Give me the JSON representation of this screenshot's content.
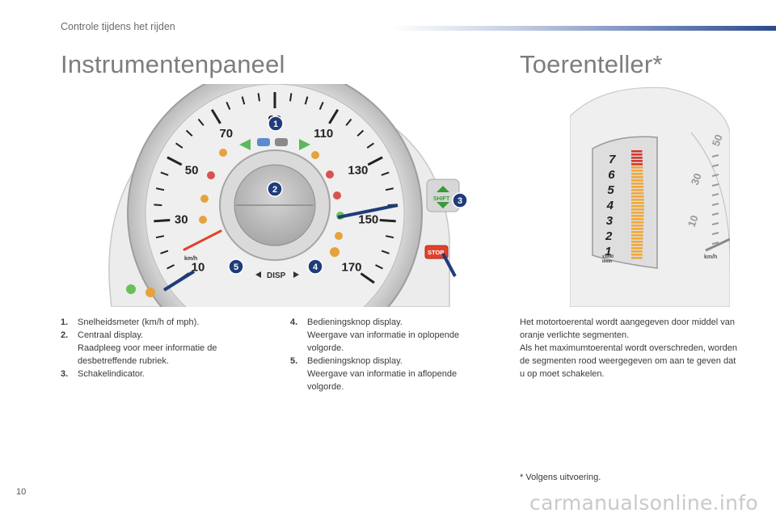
{
  "header": {
    "section": "Controle tijdens het rijden"
  },
  "left": {
    "title": "Instrumentenpaneel",
    "figure": {
      "speed_labels": [
        "10",
        "30",
        "50",
        "70",
        "90",
        "110",
        "130",
        "150",
        "170"
      ],
      "unit": "km/h",
      "disp_label": "DISP",
      "shift_label": "SHIFT",
      "stop_label": "STOP",
      "callouts": [
        "1",
        "2",
        "3",
        "4",
        "5"
      ]
    },
    "list_a": [
      {
        "num": "1.",
        "text": "Snelheidsmeter (km/h of mph)."
      },
      {
        "num": "2.",
        "text": "Centraal display.\nRaadpleeg voor meer informatie de desbetreffende rubriek."
      },
      {
        "num": "3.",
        "text": "Schakelindicator."
      }
    ],
    "list_b": [
      {
        "num": "4.",
        "text": "Bedieningsknop display.\nWeergave van informatie in oplopende volgorde."
      },
      {
        "num": "5.",
        "text": "Bedieningsknop display.\nWeergave van informatie in aflopende volgorde."
      }
    ]
  },
  "right": {
    "title": "Toerenteller*",
    "figure": {
      "rpm_labels": [
        "7",
        "6",
        "5",
        "4",
        "3",
        "2",
        "1"
      ],
      "rpm_unit": "x1000\nt/min",
      "speed_labels": [
        "50",
        "30",
        "10"
      ],
      "unit": "km/h"
    },
    "paragraph": "Het motortoerental wordt aangegeven door middel van oranje verlichte segmenten.\nAls het maximumtoerental wordt overschreden, worden de segmenten rood weergegeven om aan te geven dat u op moet schakelen.",
    "footnote": "* Volgens uitvoering."
  },
  "footer": {
    "page_number": "10",
    "watermark": "carmanualsonline.info"
  }
}
